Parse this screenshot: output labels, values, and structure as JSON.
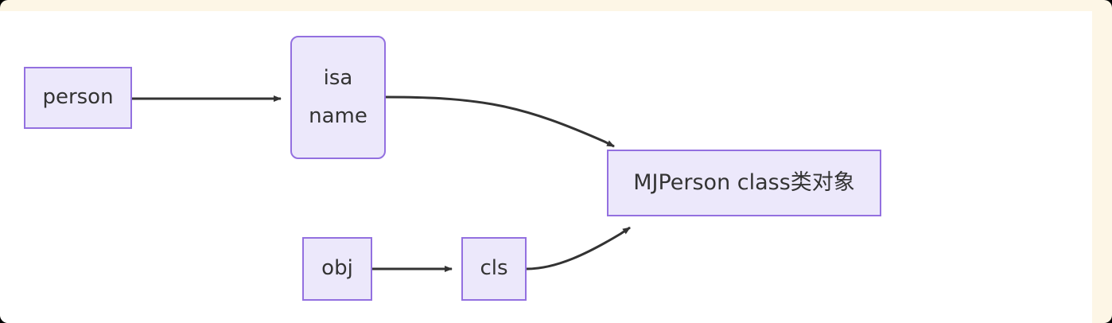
{
  "theme": {
    "frame_color": "#fdf6e6",
    "canvas_color": "#ffffff",
    "node_fill": "#ece8fb",
    "node_border": "#9370e0",
    "text_color": "#333333",
    "edge_color": "#333333"
  },
  "diagram": {
    "type": "flowchart",
    "title": "",
    "nodes": [
      {
        "id": "person",
        "label": "person",
        "shape": "rect"
      },
      {
        "id": "isa_name",
        "label_1": "isa",
        "label_2": "name",
        "shape": "rounded-rect"
      },
      {
        "id": "mjperson",
        "label": "MJPerson class类对象",
        "shape": "rect"
      },
      {
        "id": "obj",
        "label": "obj",
        "shape": "rect"
      },
      {
        "id": "cls",
        "label": "cls",
        "shape": "rect"
      }
    ],
    "edges": [
      {
        "from": "person",
        "to": "isa_name",
        "style": "straight-arrow",
        "label": ""
      },
      {
        "from": "isa_name",
        "to": "mjperson",
        "style": "curved-arrow",
        "label": ""
      },
      {
        "from": "obj",
        "to": "cls",
        "style": "straight-arrow",
        "label": ""
      },
      {
        "from": "cls",
        "to": "mjperson",
        "style": "curved-arrow",
        "label": ""
      }
    ]
  }
}
